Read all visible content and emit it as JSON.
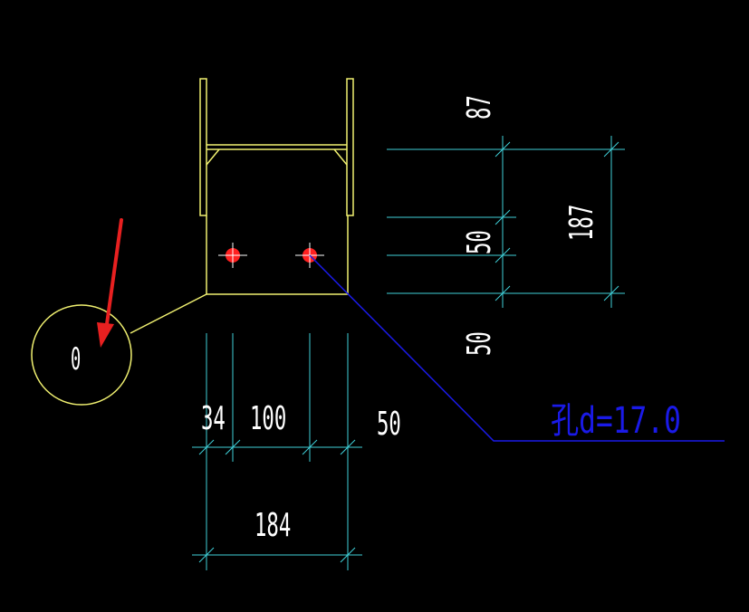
{
  "colors": {
    "background": "#000000",
    "plate": "#f0f070",
    "dimension": "#3fd0d8",
    "text": "#ffffff",
    "hole": "#ff2020",
    "leader": "#1a1ae8",
    "arrow": "#e82020"
  },
  "dimensions": {
    "vertical_top": "87",
    "vertical_middle": "50",
    "vertical_total": "187",
    "vertical_bottom": "50",
    "horizontal_left": "34",
    "horizontal_middle": "100",
    "horizontal_right": "50",
    "horizontal_total": "184"
  },
  "hole_label": "孔d=17.0",
  "detail_marker": "0",
  "icons": {
    "hole": "bolt-hole-icon",
    "arrow": "red-arrow-icon"
  }
}
